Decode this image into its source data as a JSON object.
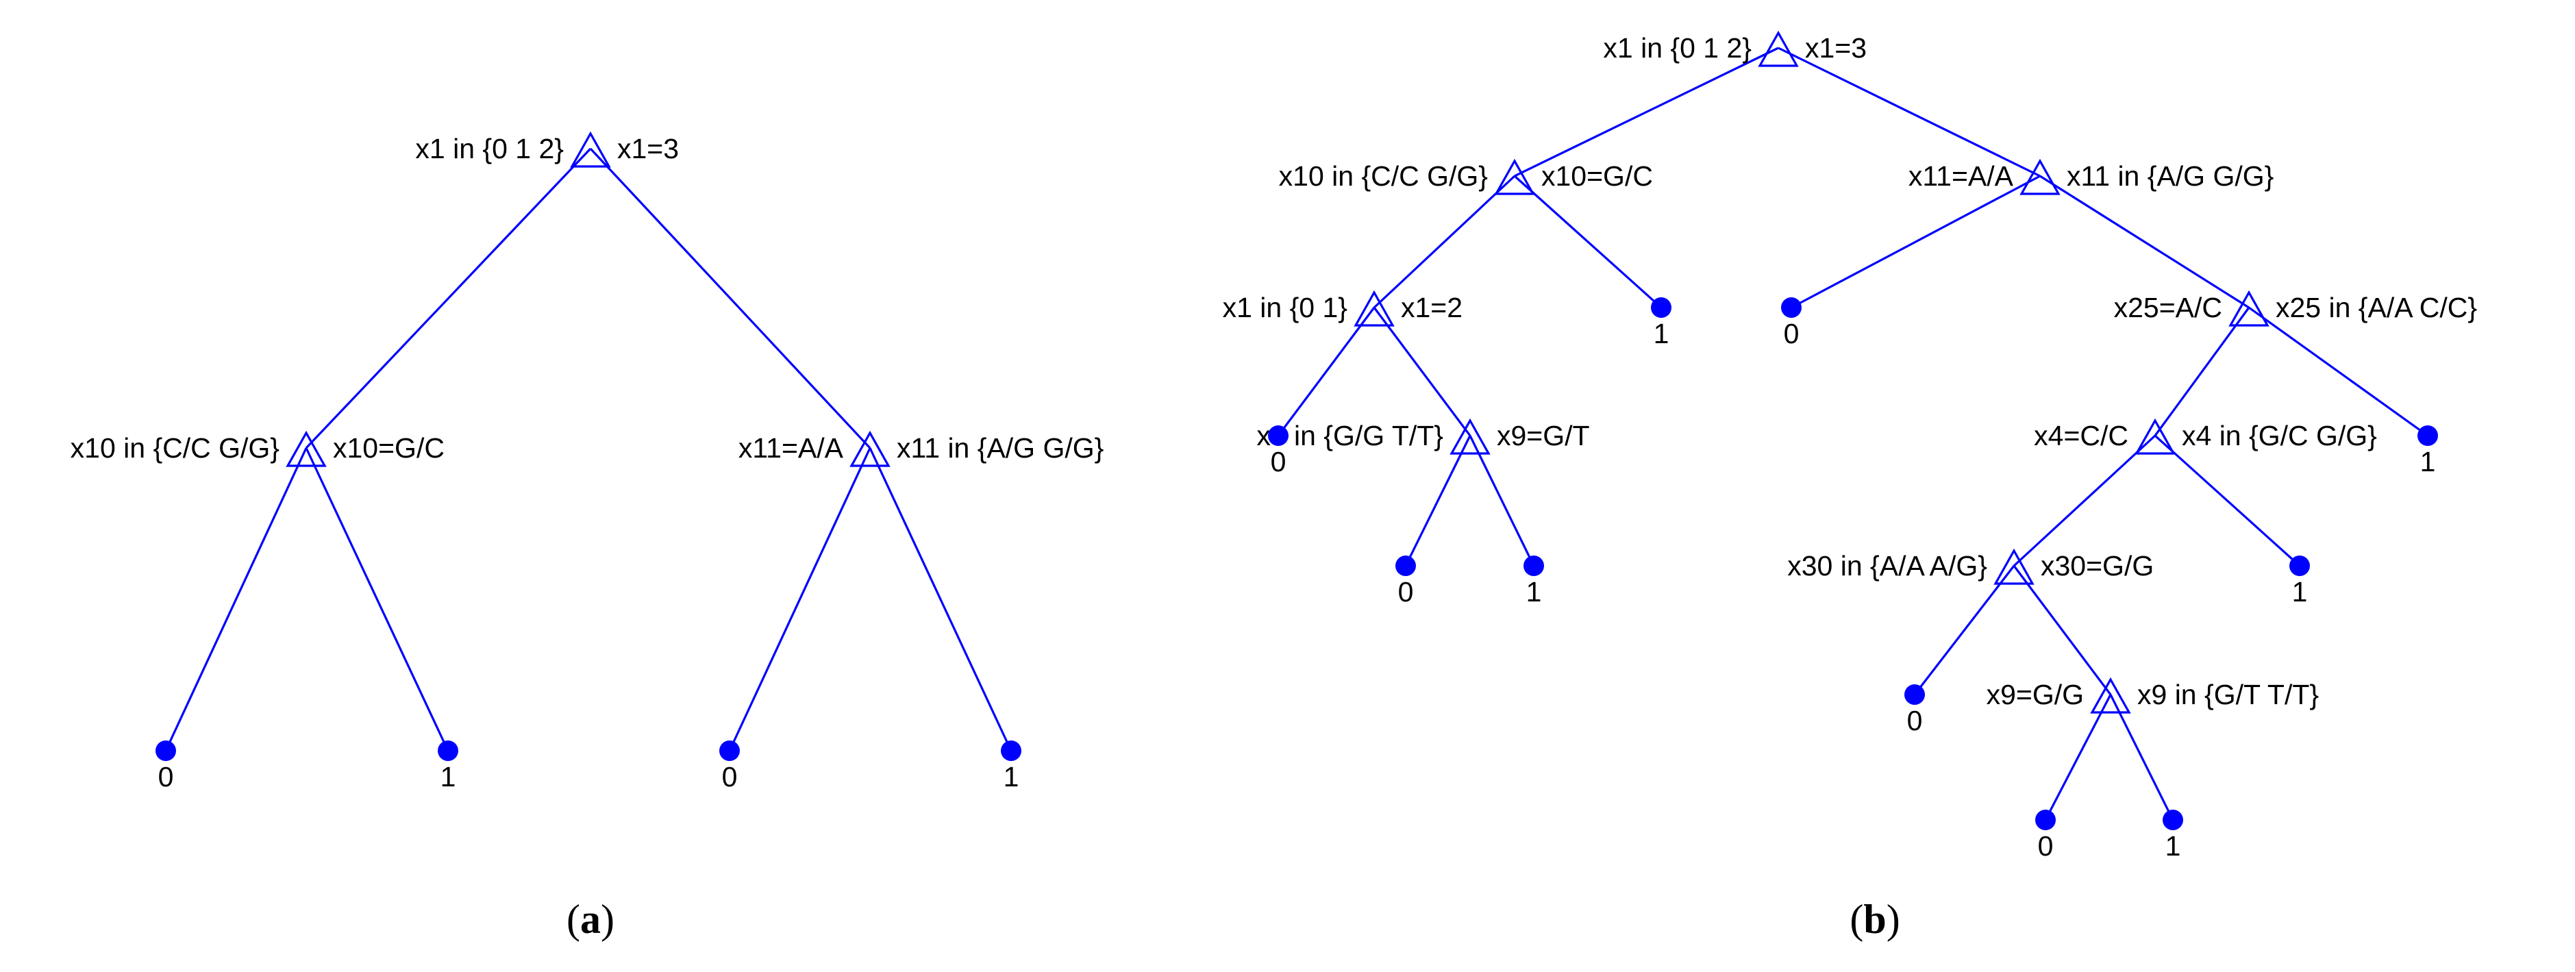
{
  "colors": {
    "tree": "#0000ff",
    "text": "#000000",
    "background": "#ffffff"
  },
  "panels": [
    {
      "caption_letter": "a",
      "nodes": [
        {
          "id": "a-root",
          "left_label": "x1 in {0 1 2}",
          "right_label": "x1=3"
        },
        {
          "id": "a-x10",
          "left_label": "x10 in {C/C G/G}",
          "right_label": "x10=G/C"
        },
        {
          "id": "a-x11",
          "left_label": "x11=A/A",
          "right_label": "x11 in {A/G G/G}"
        }
      ],
      "leaves": [
        {
          "id": "a-l1",
          "value": "0"
        },
        {
          "id": "a-l2",
          "value": "1"
        },
        {
          "id": "a-l3",
          "value": "0"
        },
        {
          "id": "a-l4",
          "value": "1"
        }
      ]
    },
    {
      "caption_letter": "b",
      "nodes": [
        {
          "id": "b-root",
          "left_label": "x1 in {0 1 2}",
          "right_label": "x1=3"
        },
        {
          "id": "b-x10",
          "left_label": "x10 in {C/C G/G}",
          "right_label": "x10=G/C"
        },
        {
          "id": "b-x11",
          "left_label": "x11=A/A",
          "right_label": "x11 in {A/G G/G}"
        },
        {
          "id": "b-x1",
          "left_label": "x1 in {0 1}",
          "right_label": "x1=2"
        },
        {
          "id": "b-x25",
          "left_label": "x25=A/C",
          "right_label": "x25 in {A/A C/C}"
        },
        {
          "id": "b-x9a",
          "left_label": "x9 in {G/G T/T}",
          "right_label": "x9=G/T"
        },
        {
          "id": "b-x4",
          "left_label": "x4=C/C",
          "right_label": "x4 in {G/C G/G}"
        },
        {
          "id": "b-x30",
          "left_label": "x30 in {A/A A/G}",
          "right_label": "x30=G/G"
        },
        {
          "id": "b-x9b",
          "left_label": "x9=G/G",
          "right_label": "x9 in {G/T T/T}"
        }
      ],
      "leaves": [
        {
          "id": "b-l1",
          "value": "1"
        },
        {
          "id": "b-l2",
          "value": "0"
        },
        {
          "id": "b-l3",
          "value": "0"
        },
        {
          "id": "b-l4",
          "value": "0"
        },
        {
          "id": "b-l5",
          "value": "1"
        },
        {
          "id": "b-l6",
          "value": "1"
        },
        {
          "id": "b-l7",
          "value": "1"
        },
        {
          "id": "b-l8",
          "value": "0"
        },
        {
          "id": "b-l9",
          "value": "0"
        },
        {
          "id": "b-l10",
          "value": "1"
        }
      ]
    }
  ]
}
